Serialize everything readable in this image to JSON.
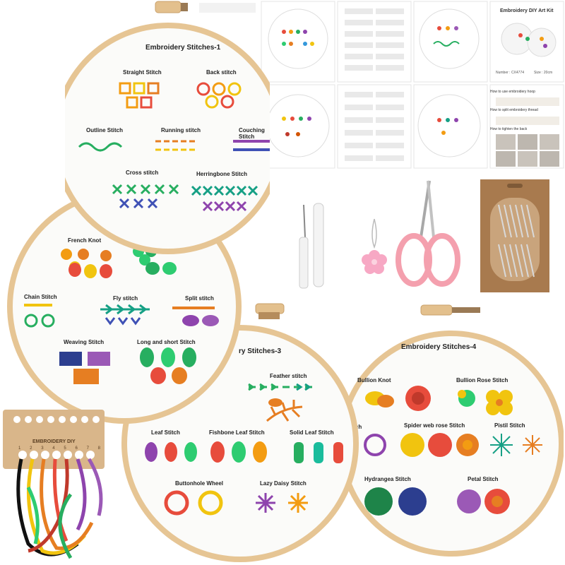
{
  "hoop1": {
    "title": "Embroidery Stitches-1",
    "labels": {
      "straight": "Straight Stitch",
      "back": "Back stitch",
      "outline": "Outline Stitch",
      "running": "Running stitch",
      "couching": "Couching Stitch",
      "cross": "Cross stitch",
      "herringbone": "Herringbone Stitch"
    }
  },
  "hoop2": {
    "labels": {
      "french": "French Knot",
      "chain": "Chain Stitch",
      "fly": "Fly stitch",
      "split": "Split stitch",
      "weaving": "Weaving Stitch",
      "longshort": "Long and short Stitch"
    }
  },
  "hoop3": {
    "title": "ry Stitches-3",
    "labels": {
      "feather": "Feather stitch",
      "leaf": "Leaf Stitch",
      "fishbone": "Fishbone Leaf Stitch",
      "solidleaf": "Solid Leaf Stitch",
      "buttonhole": "Buttonhole Wheel",
      "lazydaisy": "Lazy Daisy Stitch"
    }
  },
  "hoop4": {
    "title": "Embroidery Stitches-4",
    "labels": {
      "bullion": "Bullion Knot",
      "bullionrose": "Bullion Rose Stitch",
      "stitch": "Stitch",
      "spider": "Spider web rose Stitch",
      "pistil": "Pistil Stitch",
      "hydrangea": "Hydrangea Stitch",
      "petal": "Petal Stitch"
    }
  },
  "manual": {
    "kit_title": "Embroidery DIY Art Kit",
    "number": "Number : CX4774",
    "size": "Size : 20cm",
    "how_hoop": "How to use embroidery hoop",
    "how_split": "How to split embroidery thread",
    "how_tighten": "How to tighten the back"
  },
  "organizer": {
    "label": "EMBROIDERY DIY",
    "numbers": [
      "1",
      "2",
      "3",
      "4",
      "5",
      "6",
      "7",
      "8"
    ]
  },
  "colors": {
    "hoop_wood": "#e6c594",
    "fabric": "#fbfbf9",
    "needle_card": "#a87a4e",
    "scissors": "#f4a0ae"
  }
}
